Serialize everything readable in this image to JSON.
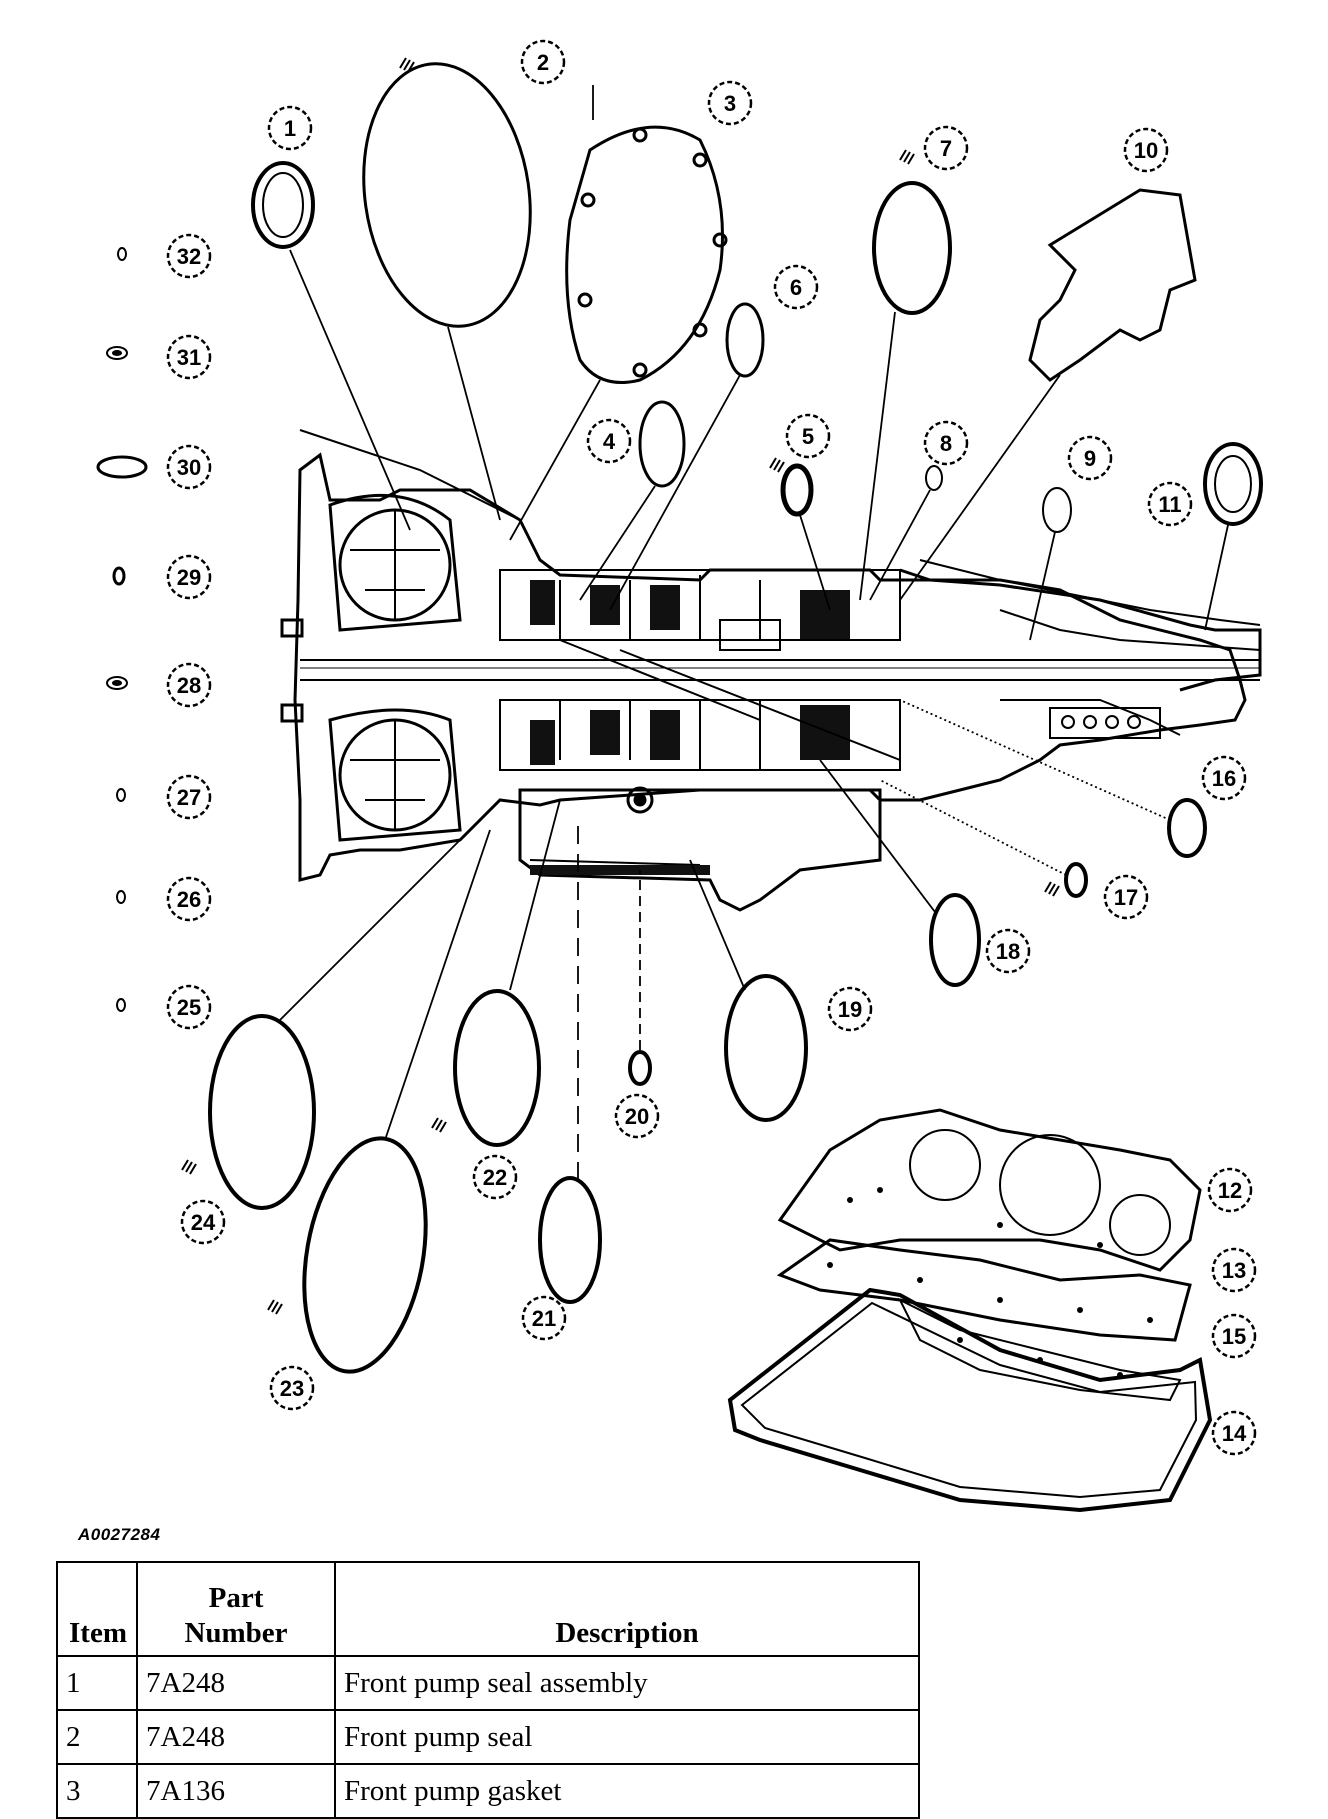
{
  "diagram": {
    "figure_id": "A0027284",
    "callouts": [
      "1",
      "2",
      "3",
      "4",
      "5",
      "6",
      "7",
      "8",
      "9",
      "10",
      "11",
      "12",
      "13",
      "14",
      "15",
      "16",
      "17",
      "18",
      "19",
      "20",
      "21",
      "22",
      "23",
      "24",
      "25",
      "26",
      "27",
      "28",
      "29",
      "30",
      "31",
      "32"
    ],
    "side_callouts_top_to_bottom": [
      "32",
      "31",
      "30",
      "29",
      "28",
      "27",
      "26",
      "25"
    ]
  },
  "table": {
    "headers": {
      "item": "Item",
      "part_line1": "Part",
      "part_line2": "Number",
      "description": "Description"
    },
    "rows": [
      {
        "item": "1",
        "part": "7A248",
        "description": "Front pump seal assembly"
      },
      {
        "item": "2",
        "part": "7A248",
        "description": "Front pump seal"
      },
      {
        "item": "3",
        "part": "7A136",
        "description": "Front pump gasket"
      }
    ]
  }
}
